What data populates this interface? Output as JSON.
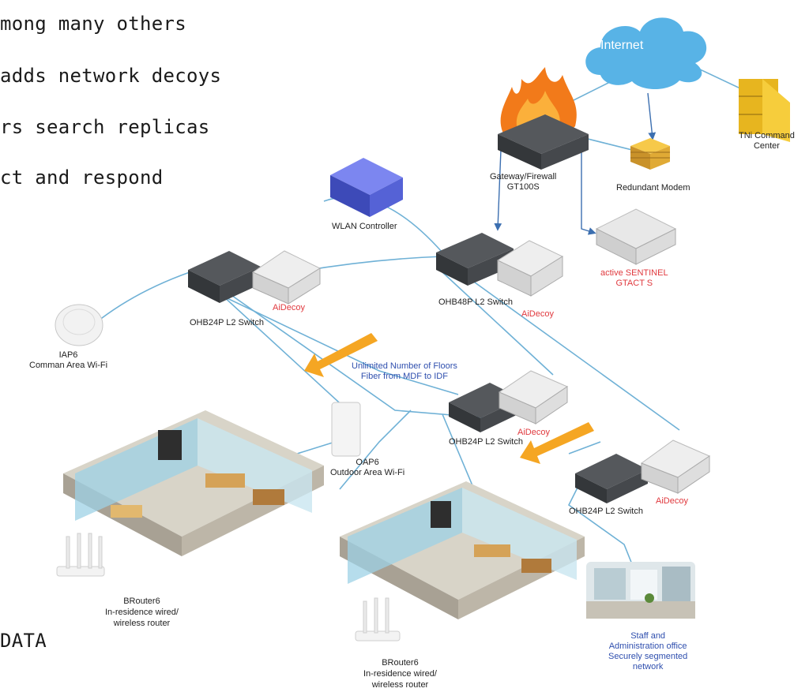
{
  "bullets": [
    "mong many others",
    "adds network decoys",
    "rs search replicas",
    "ct and respond",
    "DATA"
  ],
  "nodes": {
    "internet": "Internet",
    "tni_command_center": [
      "TNi Command",
      "Center"
    ],
    "gateway_firewall": [
      "Gateway/Firewall",
      "GT100S"
    ],
    "redundant_modem": "Redundant Modem",
    "wlan_controller": "WLAN Controller",
    "active_sentinel": [
      "active SENTINEL",
      "GTACT S"
    ],
    "ohb48p": "OHB48P L2 Switch",
    "ohb24p_left": "OHB24P L2 Switch",
    "ohb24p_mid": "OHB24P L2 Switch",
    "ohb24p_right": "OHB24P L2 Switch",
    "aidecoy": "AiDecoy",
    "iap6": [
      "IAP6",
      "Comman Area Wi-Fi"
    ],
    "oap6": [
      "OAP6",
      "Outdoor Area Wi-Fi"
    ],
    "floors_note": [
      "Unlimited Number of Floors",
      "Fiber from MDF to IDF"
    ],
    "brouter_left": [
      "BRouter6",
      "In-residence wired/",
      "wireless router"
    ],
    "brouter_right": [
      "BRouter6",
      "In-residence wired/",
      "wireless router"
    ],
    "staff_office": [
      "Staff and",
      "Administration office",
      "Securely segmented",
      "network"
    ]
  },
  "colors": {
    "link": "#6fb1d6",
    "link_dark": "#3c6fb0",
    "decoy_text": "#e0393e",
    "note_text": "#2f4fae",
    "arrow": "#f5a623",
    "cloud": "#58b3e6"
  }
}
